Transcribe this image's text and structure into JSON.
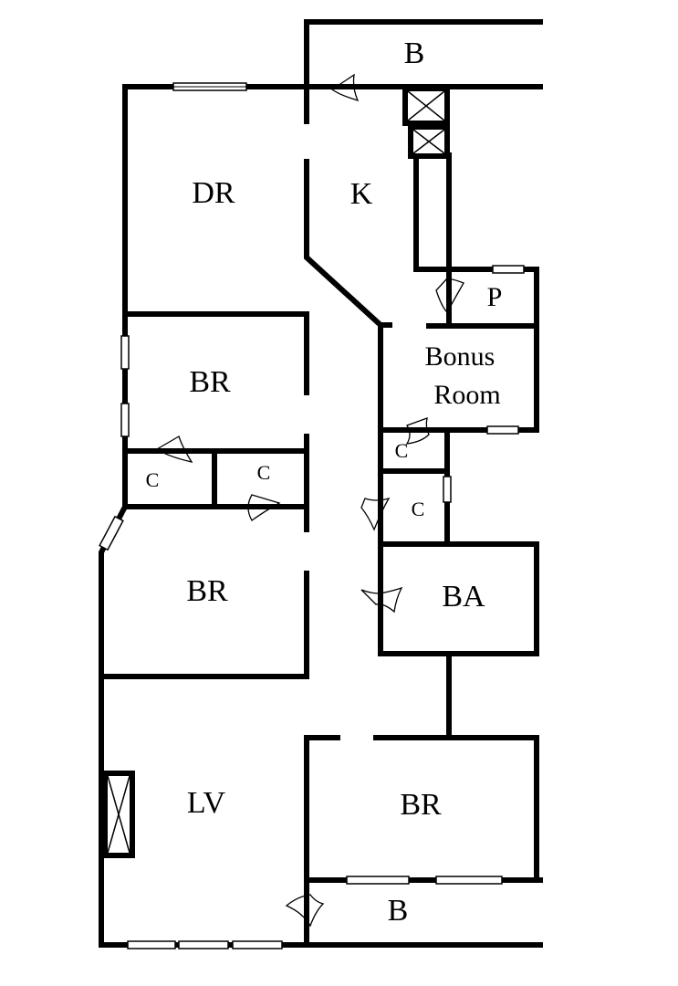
{
  "rooms": {
    "balcony_top": "B",
    "dining": "DR",
    "kitchen": "K",
    "pantry": "P",
    "bonus_line1": "Bonus",
    "bonus_line2": "Room",
    "bedroom_upper": "BR",
    "closet_left_1": "C",
    "closet_left_2": "C",
    "closet_right_upper": "C",
    "closet_right_lower": "C",
    "bedroom_middle": "BR",
    "bath": "BA",
    "living": "LV",
    "bedroom_lower": "BR",
    "balcony_bottom": "B"
  }
}
